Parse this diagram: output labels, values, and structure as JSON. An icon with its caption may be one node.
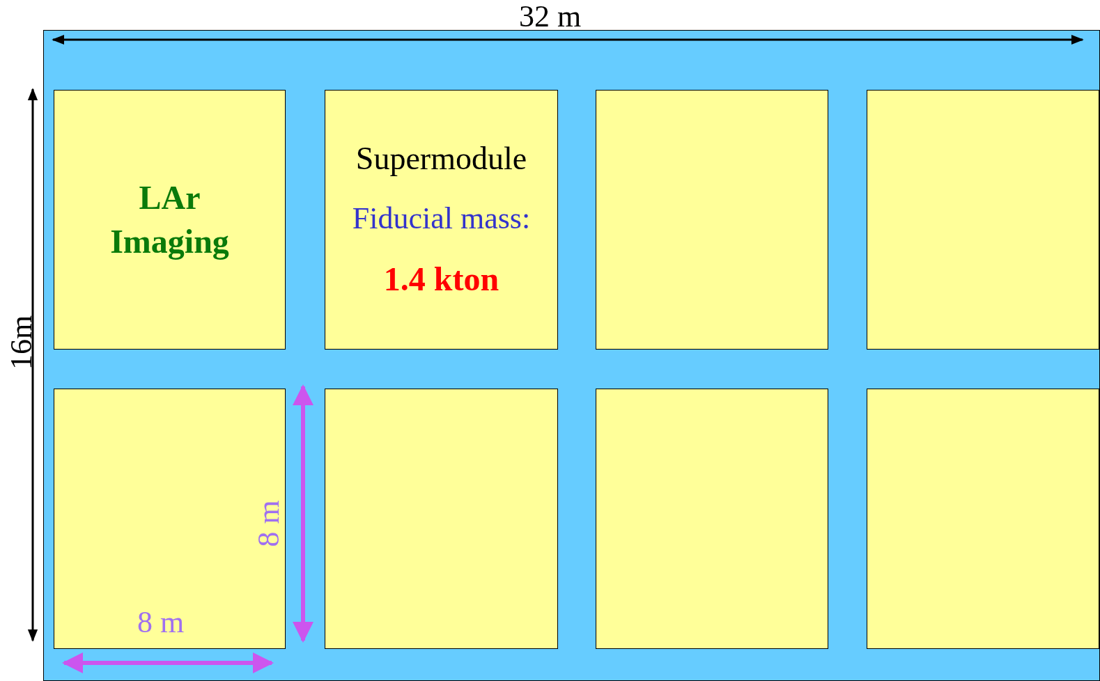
{
  "diagram": {
    "nodes": [
      {
        "text": [],
        "shape": "box"
      },
      {
        "text": [
          "LAr Imaging"
        ],
        "in": 0
      },
      {
        "text": [
          "Supermodule",
          "Fiducial mass:",
          "1.4 kton"
        ],
        "in": 0
      },
      {
        "text": [],
        "shape": "box",
        "in": 0
      },
      {
        "text": [],
        "shape": "box",
        "in": 0
      },
      {
        "text": [],
        "shape": "box",
        "in": 0
      },
      {
        "text": [],
        "shape": "box",
        "in": 0
      },
      {
        "text": [],
        "shape": "box",
        "in": 0
      },
      {
        "text": [],
        "shape": "box",
        "in": 0
      }
    ],
    "labels": [
      "32 m",
      "16m",
      "8 m",
      "8 m"
    ]
  }
}
